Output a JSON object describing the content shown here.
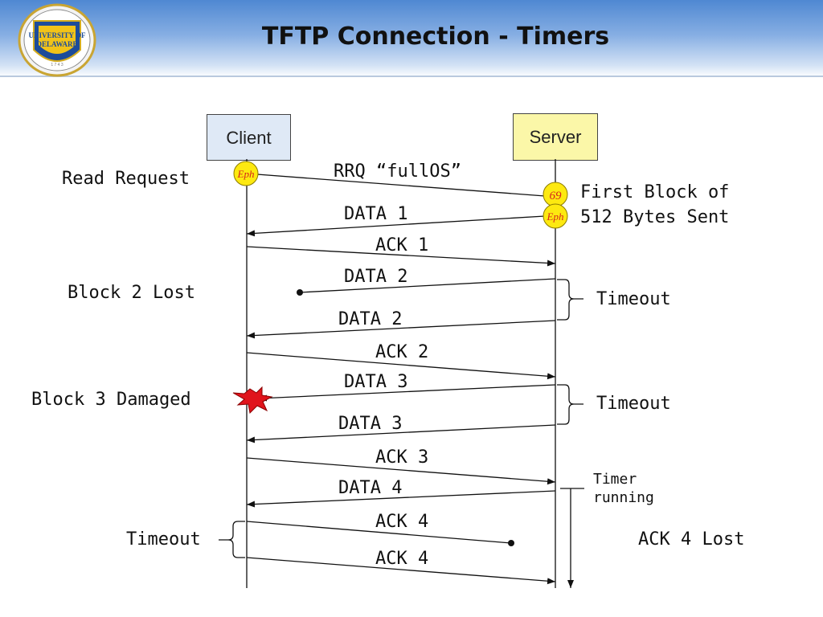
{
  "header": {
    "title": "TFTP Connection - Timers",
    "logo_text": "UNIVERSITY OF DELAWARE"
  },
  "participants": {
    "client": "Client",
    "server": "Server"
  },
  "ports": {
    "eph_client": "Eph",
    "well_known": "69",
    "eph_server": "Eph"
  },
  "messages": {
    "rrq": "RRQ “fullOS”",
    "data1": "DATA 1",
    "ack1": "ACK 1",
    "data2_lost": "DATA 2",
    "data2_resent": "DATA 2",
    "ack2": "ACK 2",
    "data3_damaged": "DATA 3",
    "data3_resent": "DATA 3",
    "ack3": "ACK 3",
    "data4": "DATA 4",
    "ack4_lost": "ACK 4",
    "ack4_resent": "ACK 4"
  },
  "annotations": {
    "read_request": "Read Request",
    "first_block_line1": "First Block of",
    "first_block_line2": "512 Bytes Sent",
    "block2_lost": "Block 2 Lost",
    "timeout_server1": "Timeout",
    "block3_damaged": "Block 3 Damaged",
    "timeout_server2": "Timeout",
    "timer_running_line1": "Timer",
    "timer_running_line2": "running",
    "timeout_client": "Timeout",
    "ack4_lost": "ACK 4 Lost"
  },
  "colors": {
    "header_blue": "#4f88d2",
    "client_box": "#dfe9f6",
    "server_box": "#fbf7a8",
    "port_circle": "#fde910",
    "port_text": "#d6241c",
    "burst": "#e0141c"
  }
}
